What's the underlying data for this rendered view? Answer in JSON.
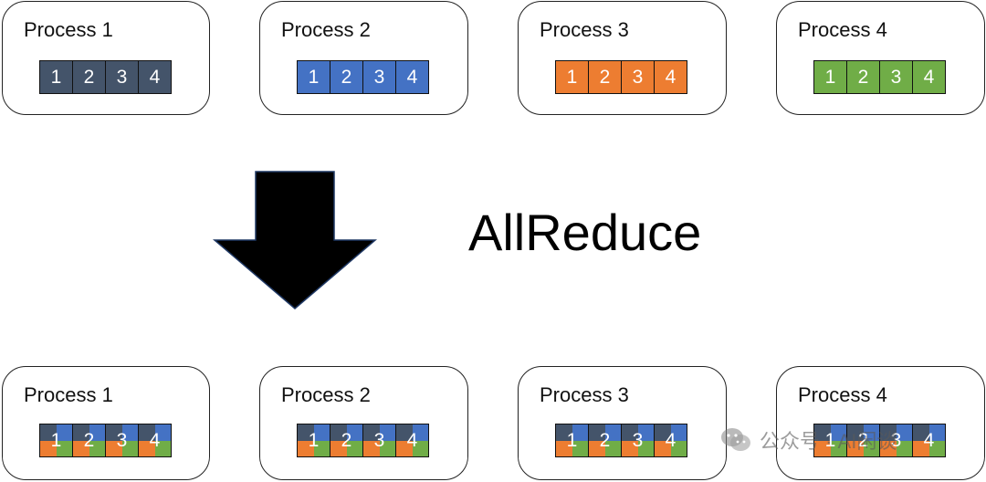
{
  "title": "AllReduce",
  "colors": {
    "p1": "#44546a",
    "p2": "#4472c4",
    "p3": "#ed7d31",
    "p4": "#70ad47"
  },
  "before": [
    {
      "label": "Process 1",
      "color_key": "p1",
      "cells": [
        "1",
        "2",
        "3",
        "4"
      ]
    },
    {
      "label": "Process 2",
      "color_key": "p2",
      "cells": [
        "1",
        "2",
        "3",
        "4"
      ]
    },
    {
      "label": "Process 3",
      "color_key": "p3",
      "cells": [
        "1",
        "2",
        "3",
        "4"
      ]
    },
    {
      "label": "Process 4",
      "color_key": "p4",
      "cells": [
        "1",
        "2",
        "3",
        "4"
      ]
    }
  ],
  "after": [
    {
      "label": "Process 1",
      "cells": [
        "1",
        "2",
        "3",
        "4"
      ]
    },
    {
      "label": "Process 2",
      "cells": [
        "1",
        "2",
        "3",
        "4"
      ]
    },
    {
      "label": "Process 3",
      "cells": [
        "1",
        "2",
        "3",
        "4"
      ]
    },
    {
      "label": "Process 4",
      "cells": [
        "1",
        "2",
        "3",
        "4"
      ]
    }
  ],
  "watermark": "公众号 · AI闲谈",
  "icons": {
    "arrow": "down-arrow-icon",
    "wechat": "wechat-icon"
  }
}
